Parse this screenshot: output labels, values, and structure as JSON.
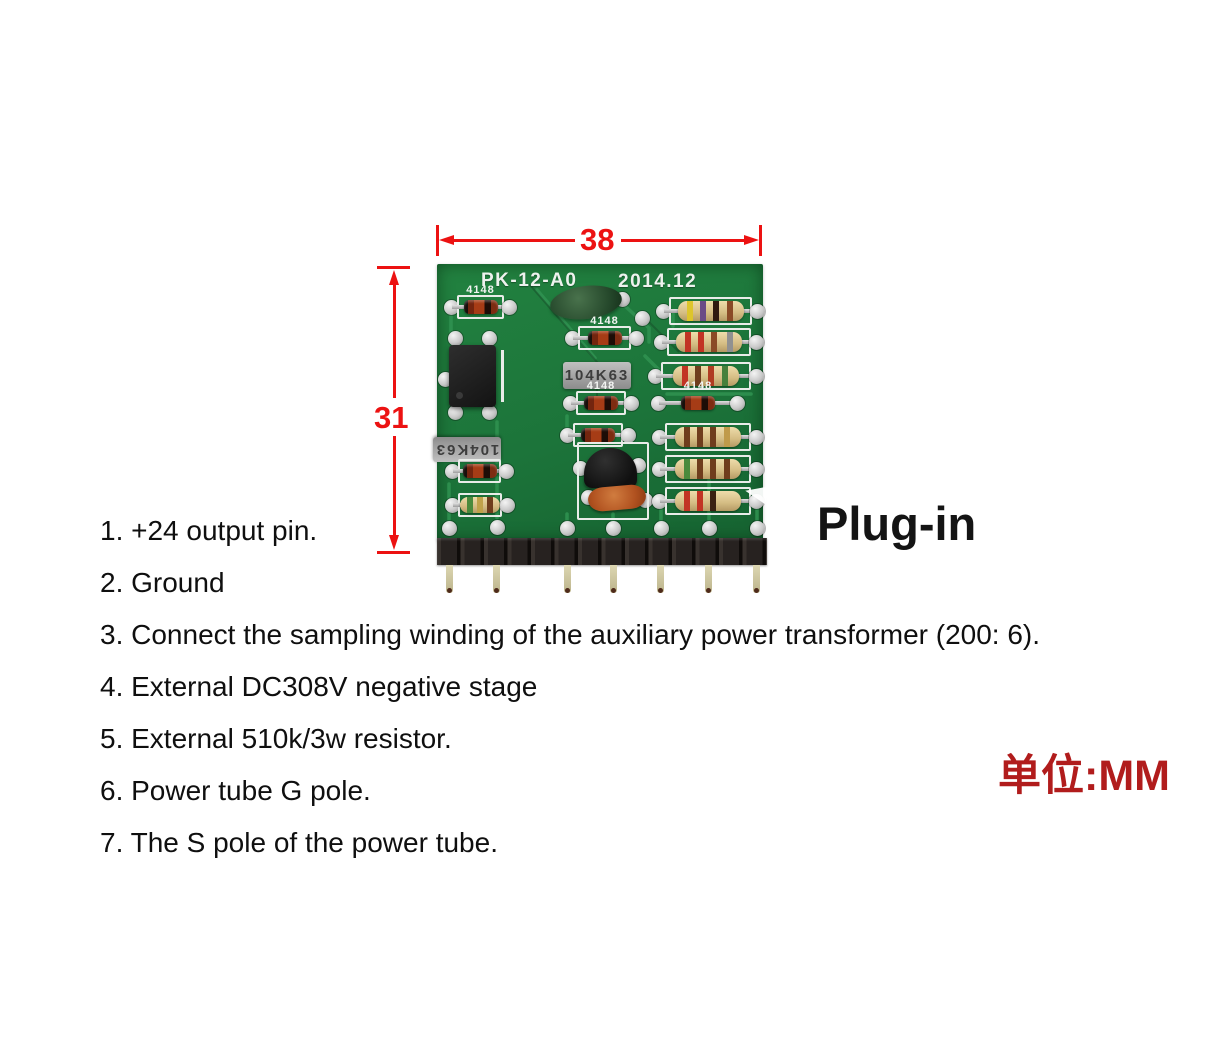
{
  "labels": {
    "plug_in": "Plug-in",
    "unit": "单位:MM"
  },
  "dimensions": {
    "width_mm": "38",
    "height_mm": "31"
  },
  "board": {
    "silkscreen": {
      "model": "PK-12-A0",
      "date": "2014.12",
      "diode_label": "4148",
      "cap_label": "104K63"
    },
    "components": {
      "pin_header": "7-pin plug-in header",
      "diodes": "glass diode 4148",
      "resistors": "axial resistor",
      "film_capacitor": "104K63 box capacitor",
      "disc_capacitors": "green disc capacitor, orange disc capacitor",
      "transistor": "TO-92 transistor",
      "optocoupler": "4-pin DIP optocoupler"
    }
  },
  "notes": [
    "1. +24 output pin.",
    "2. Ground",
    "3. Connect the sampling winding of the auxiliary power transformer (200: 6).",
    "4. External DC308V negative stage",
    "5. External 510k/3w resistor.",
    "6. Power tube G pole.",
    "7. The S pole of the power tube."
  ],
  "colors": {
    "dimension_red": "#ec1212",
    "unit_label_red": "#b11c1c",
    "pcb_green": "#1c743a",
    "silkscreen_white": "#eef2ee",
    "text_black": "#0f0f0f",
    "background": "#ffffff"
  }
}
